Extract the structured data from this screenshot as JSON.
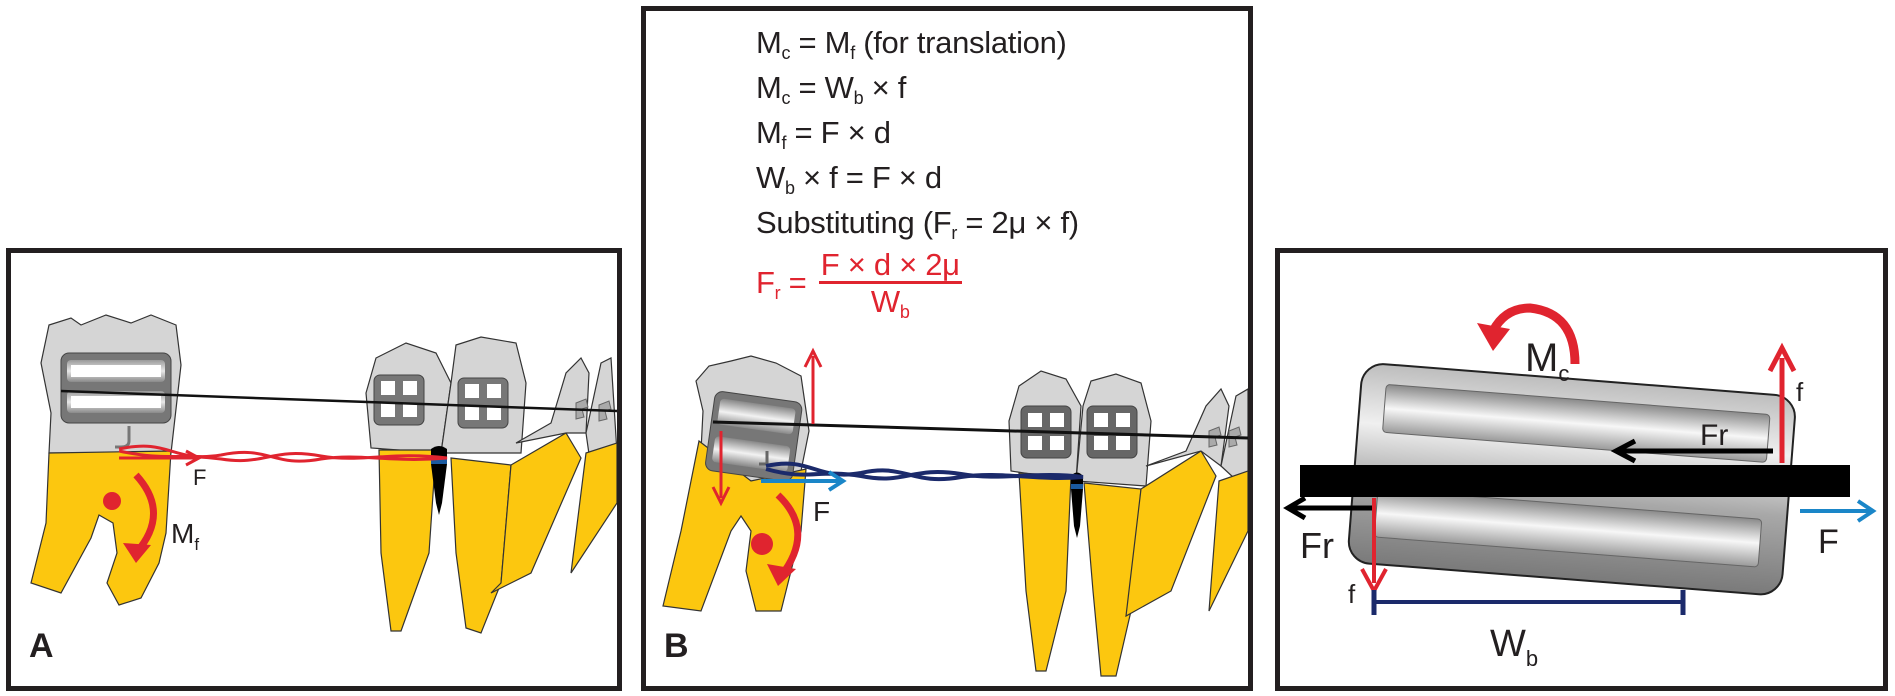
{
  "figure": {
    "panels": [
      {
        "id": "A",
        "letter": "A",
        "labels": {
          "force": "F",
          "moment": "M",
          "moment_sub": "f"
        },
        "chain_color": "#e0242f"
      },
      {
        "id": "B",
        "letter": "B",
        "equations": [
          {
            "lhs": "M",
            "lhs_sub": "c",
            "rest_1": " = M",
            "rest_sub": "f",
            "rest_2": " (for translation)"
          },
          {
            "lhs": "M",
            "lhs_sub": "c",
            "rest_1": " = W",
            "rest_sub": "b",
            "rest_2": " × f"
          },
          {
            "lhs": "M",
            "lhs_sub": "f",
            "rest_1": " = F × d",
            "rest_sub": "",
            "rest_2": ""
          },
          {
            "lhs": "W",
            "lhs_sub": "b",
            "rest_1": " × f = F × d",
            "rest_sub": "",
            "rest_2": ""
          },
          {
            "lhs": "Substituting (F",
            "lhs_sub": "r",
            "rest_1": " = 2μ × f)",
            "rest_sub": "",
            "rest_2": ""
          }
        ],
        "result_equation": {
          "lhs": "F",
          "lhs_sub": "r",
          "equals": " =",
          "numerator": "F × d × 2μ",
          "denominator": "W",
          "denominator_sub": "b"
        },
        "labels": {
          "force": "F"
        },
        "chain_color": "#1b2a6b"
      },
      {
        "id": "C",
        "labels": {
          "moment": "M",
          "moment_sub": "c",
          "friction_top": "Fr",
          "friction_bottom": "Fr",
          "couple_top": "f",
          "couple_bottom": "f",
          "force": "F",
          "width": "W",
          "width_sub": "b"
        }
      }
    ],
    "colors": {
      "red": "#e0242f",
      "blue": "#1a86c8",
      "navy": "#1b2a6b",
      "root": "#fcc70f",
      "crown": "#d5d5d5",
      "outline": "#231f20"
    }
  }
}
